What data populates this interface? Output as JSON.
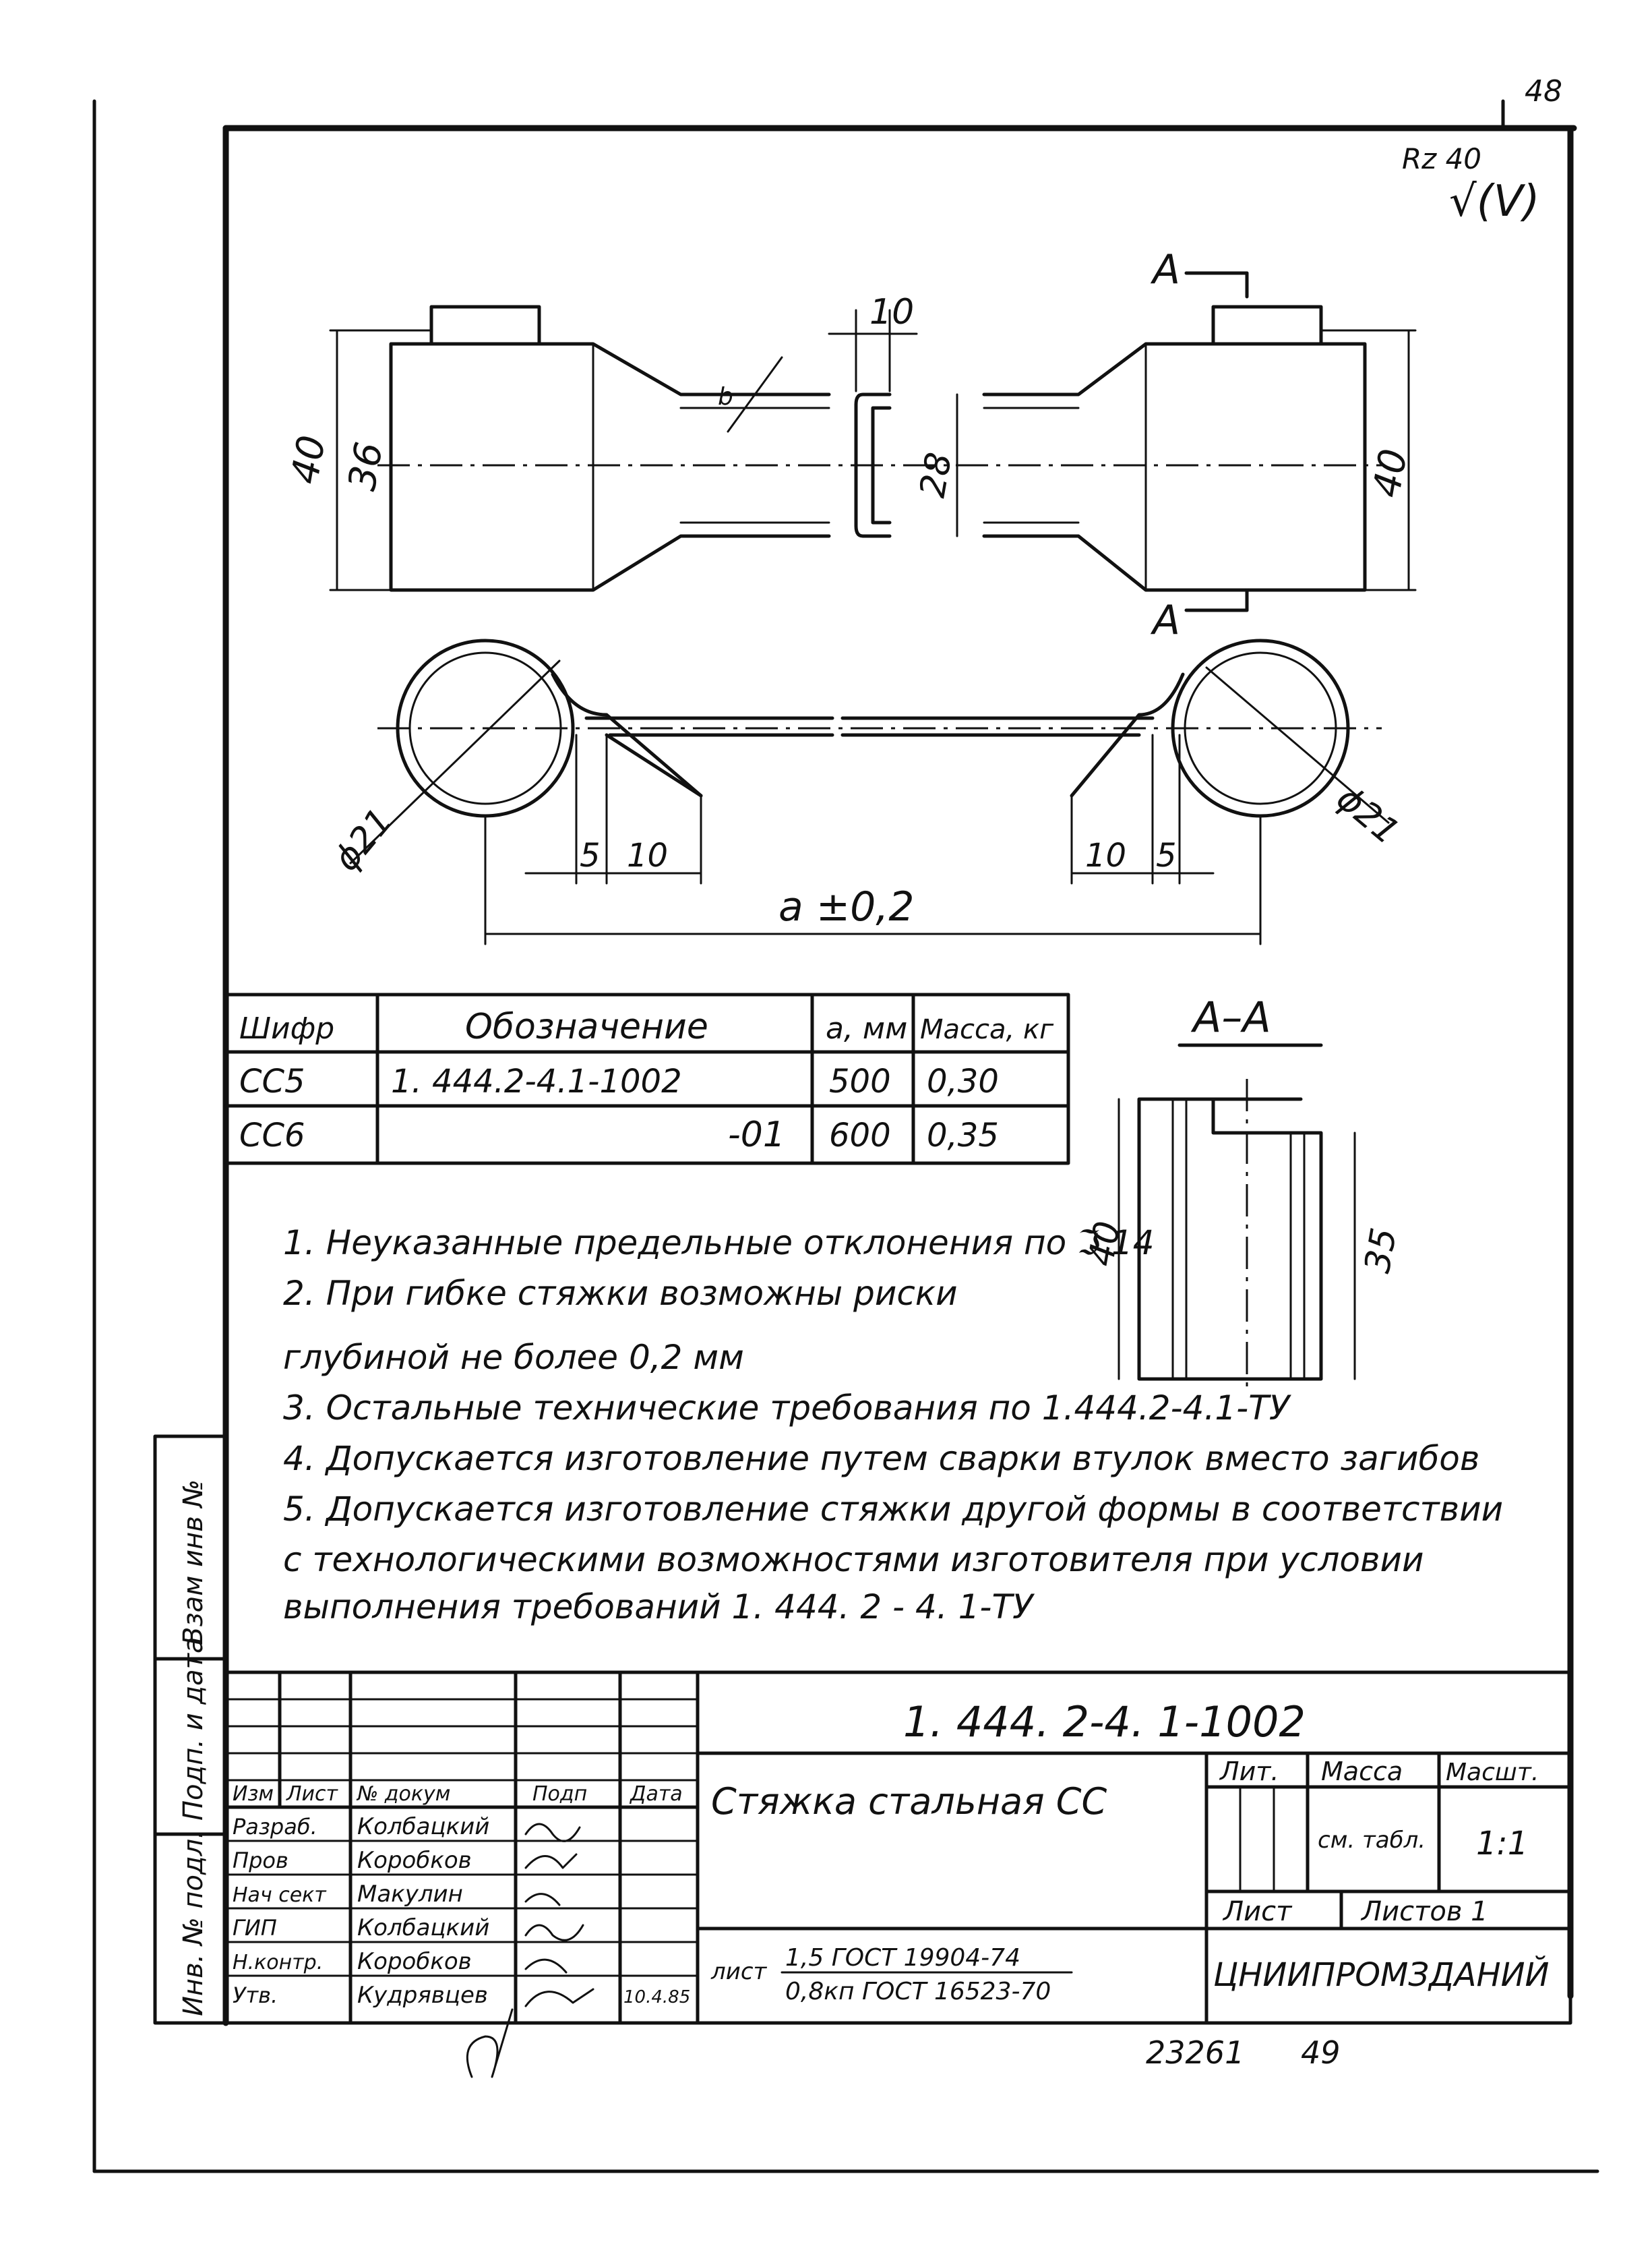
{
  "page": {
    "corner_number": "48"
  },
  "roughness": {
    "label": "Rz 40",
    "symbol": "√(V)"
  },
  "dimensions": {
    "left_height_outer": "40",
    "left_height_inner": "36",
    "middle_width": "10",
    "middle_height": "28",
    "right_height": "40",
    "section_arrow_top": "A",
    "section_arrow_bottom": "A",
    "dia_left": "ϕ21",
    "dia_right": "ϕ21",
    "offset_left_5": "5",
    "offset_left_10": "10",
    "offset_right_10": "10",
    "offset_right_5": "5",
    "overall_length": "a ±0,2"
  },
  "section": {
    "title": "A–A",
    "height_outer": "40",
    "height_inner": "35"
  },
  "variants_table": {
    "headers": [
      "Шифр",
      "Обозначение",
      "a, мм",
      "Масса, кг"
    ],
    "rows": [
      [
        "СС5",
        "1. 444.2-4.1-1002",
        "500",
        "0,30"
      ],
      [
        "СС6",
        "-01",
        "600",
        "0,35"
      ]
    ]
  },
  "notes": [
    "1. Неуказанные предельные отклонения по ℑ 14",
    "2. При гибке стяжки возможны риски",
    "глубиной не более 0,2 мм",
    "3. Остальные технические требования по 1.444.2-4.1-ТУ",
    "4. Допускается изготовление путем сварки втулок вместо загибов",
    "5. Допускается изготовление стяжки другой формы в соответствии",
    "с технологическими возможностями изготовителя при условии",
    "выполнения требований 1. 444. 2 - 4. 1-ТУ"
  ],
  "side_stamp": [
    "Взам инв №",
    "Подп. и дата",
    "Инв. № подл."
  ],
  "title_block": {
    "code": "1. 444. 2-4. 1-1002",
    "product_name": "Стяжка стальная СС",
    "material_prefix": "лист",
    "material_line1": "1,5 ГОСТ 19904-74",
    "material_line2": "0,8кп ГОСТ 16523-70",
    "col_headers": [
      "Лит.",
      "Масса",
      "Масшт."
    ],
    "mass_value": "см. табл.",
    "scale_value": "1:1",
    "sheet_label": "Лист",
    "sheets_label": "Листов 1",
    "organization": "ЦНИИПРОМЗДАНИЙ",
    "staff_headers": [
      "Изм",
      "Лист",
      "№ докум",
      "Подп",
      "Дата"
    ],
    "staff": [
      {
        "role": "Разраб.",
        "name": "Колбацкий",
        "date": ""
      },
      {
        "role": "Пров",
        "name": "Коробков",
        "date": ""
      },
      {
        "role": "Нач сект",
        "name": "Макулин",
        "date": ""
      },
      {
        "role": "ГИП",
        "name": "Колбацкий",
        "date": ""
      },
      {
        "role": "Н.контр.",
        "name": "Коробков",
        "date": ""
      },
      {
        "role": "Утв.",
        "name": "Кудрявцев",
        "date": "10.4.85"
      }
    ]
  },
  "footer": {
    "archive_number": "23261",
    "page_number": "49"
  }
}
